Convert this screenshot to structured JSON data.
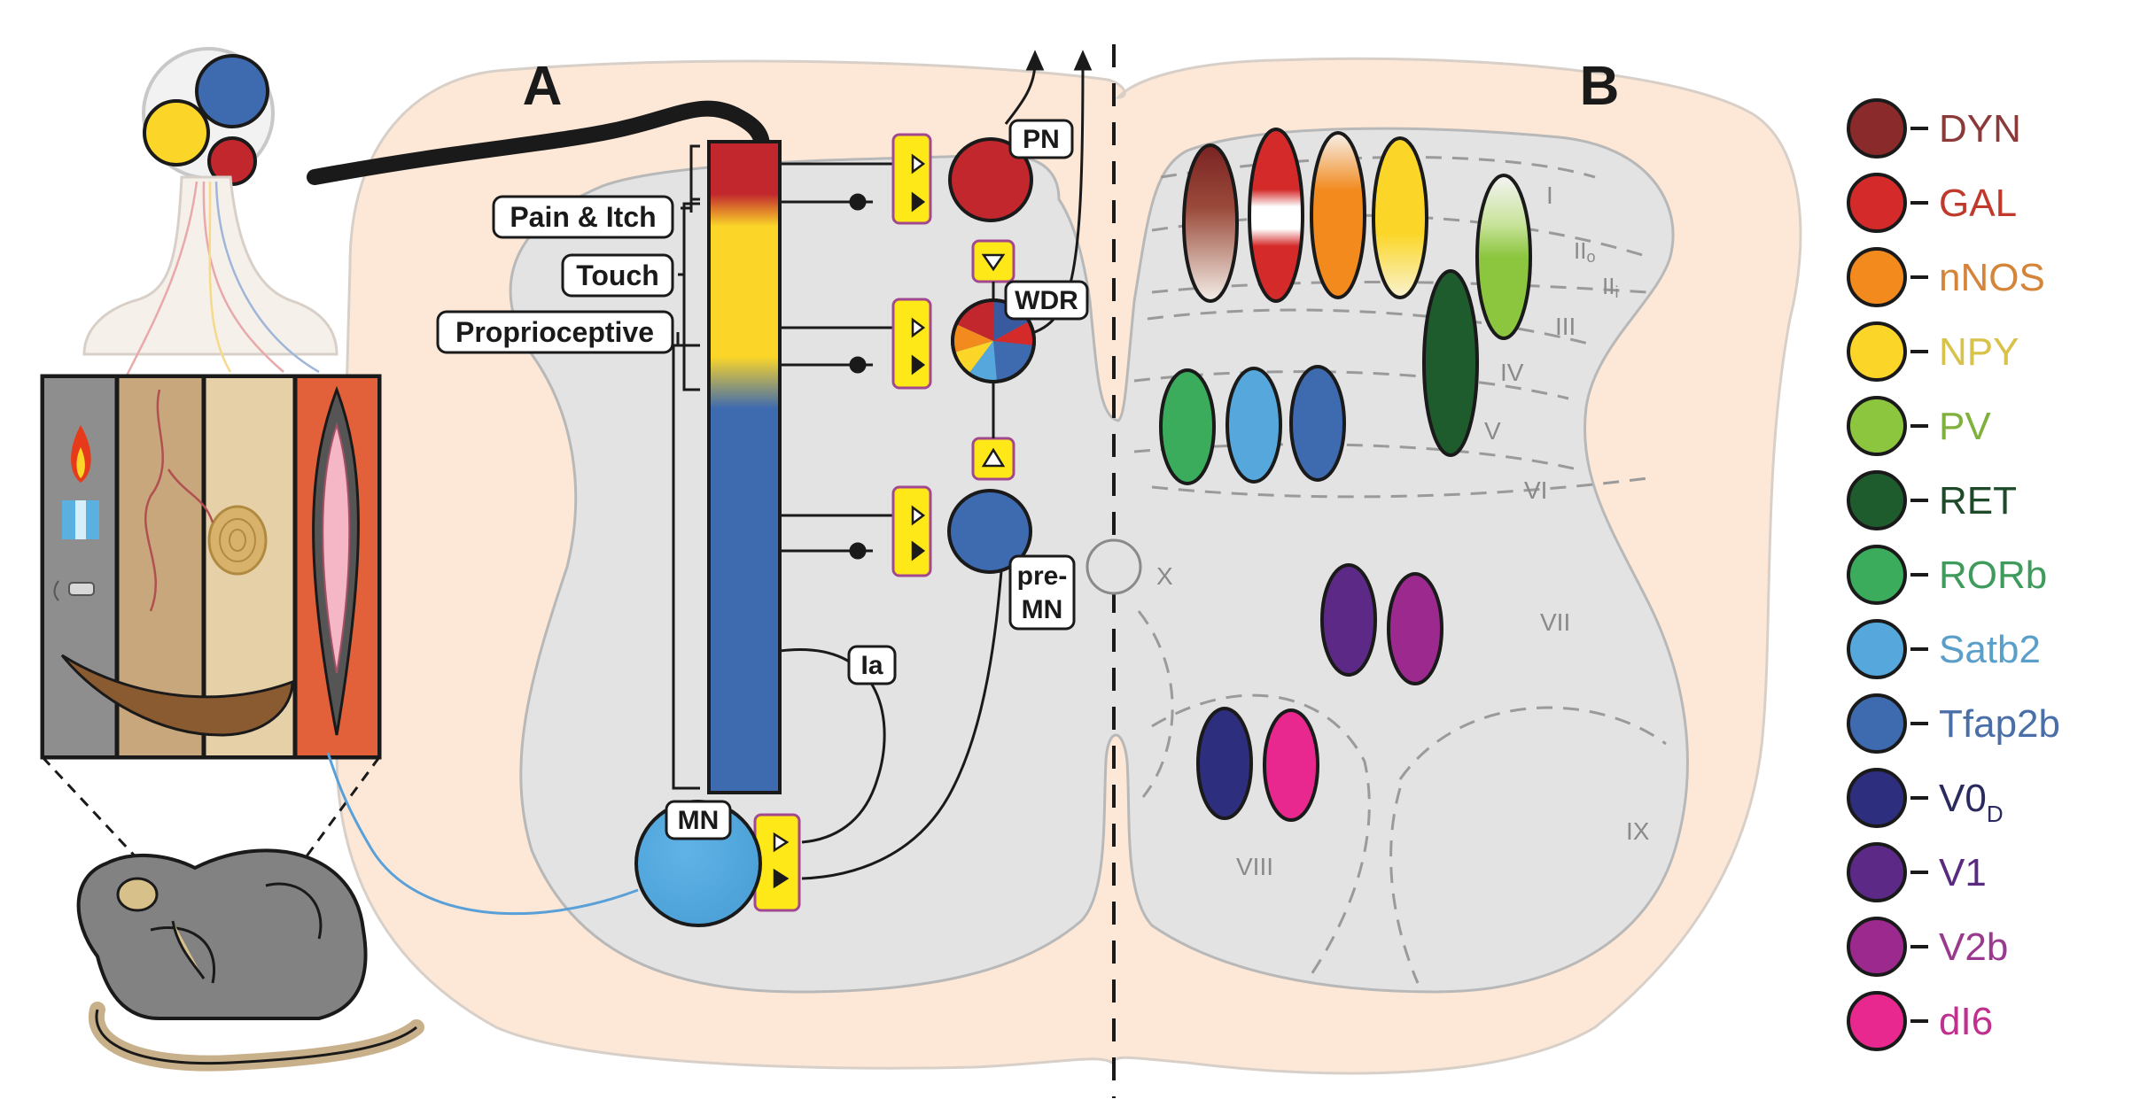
{
  "panels": {
    "a": "A",
    "b": "B"
  },
  "afferent_labels": {
    "pain_itch": "Pain & Itch",
    "touch": "Touch",
    "proprioceptive": "Proprioceptive"
  },
  "neuron_labels": {
    "pn": "PN",
    "wdr": "WDR",
    "pre_mn_line1": "pre-",
    "pre_mn_line2": "MN",
    "mn": "MN",
    "ia": "Ia"
  },
  "laminae": {
    "i": "I",
    "iio_base": "II",
    "iio_sub": "o",
    "iii_base": "II",
    "iii_sub": "i",
    "iii": "III",
    "iv": "IV",
    "v": "V",
    "vi": "VI",
    "vii": "VII",
    "viii": "VIII",
    "ix": "IX",
    "x": "X"
  },
  "legend": [
    {
      "name": "DYN",
      "color": "#8b2a2a",
      "text_color": "#8b3a3a"
    },
    {
      "name": "GAL",
      "color": "#d42a2a",
      "text_color": "#c0392b"
    },
    {
      "name": "nNOS",
      "color": "#f28a1e",
      "text_color": "#d4853a"
    },
    {
      "name": "NPY",
      "color": "#fbd629",
      "text_color": "#d8c24a"
    },
    {
      "name": "PV",
      "color": "#8cc63f",
      "text_color": "#7fb13c"
    },
    {
      "name": "RET",
      "color": "#1e5c2e",
      "text_color": "#1e4a2a"
    },
    {
      "name": "RORb",
      "color": "#3bab5c",
      "text_color": "#3f9b5c"
    },
    {
      "name": "Satb2",
      "color": "#56a8dc",
      "text_color": "#5a9fc9"
    },
    {
      "name": "Tfap2b",
      "color": "#3e6aaf",
      "text_color": "#4a6fa8"
    },
    {
      "name": "V0",
      "sub": "D",
      "color": "#2e2e7e",
      "text_color": "#2a2a5e"
    },
    {
      "name": "V1",
      "color": "#5c2a86",
      "text_color": "#5a2a80"
    },
    {
      "name": "V2b",
      "color": "#9c2a8e",
      "text_color": "#9a3a8e"
    },
    {
      "name": "dI6",
      "color": "#e8288e",
      "text_color": "#c0308e"
    }
  ],
  "colors": {
    "white_matter": "#fde8d7",
    "gray_matter": "#e3e3e3",
    "synapse_yellow": "#ffe817",
    "synapse_border": "#a2488e"
  }
}
